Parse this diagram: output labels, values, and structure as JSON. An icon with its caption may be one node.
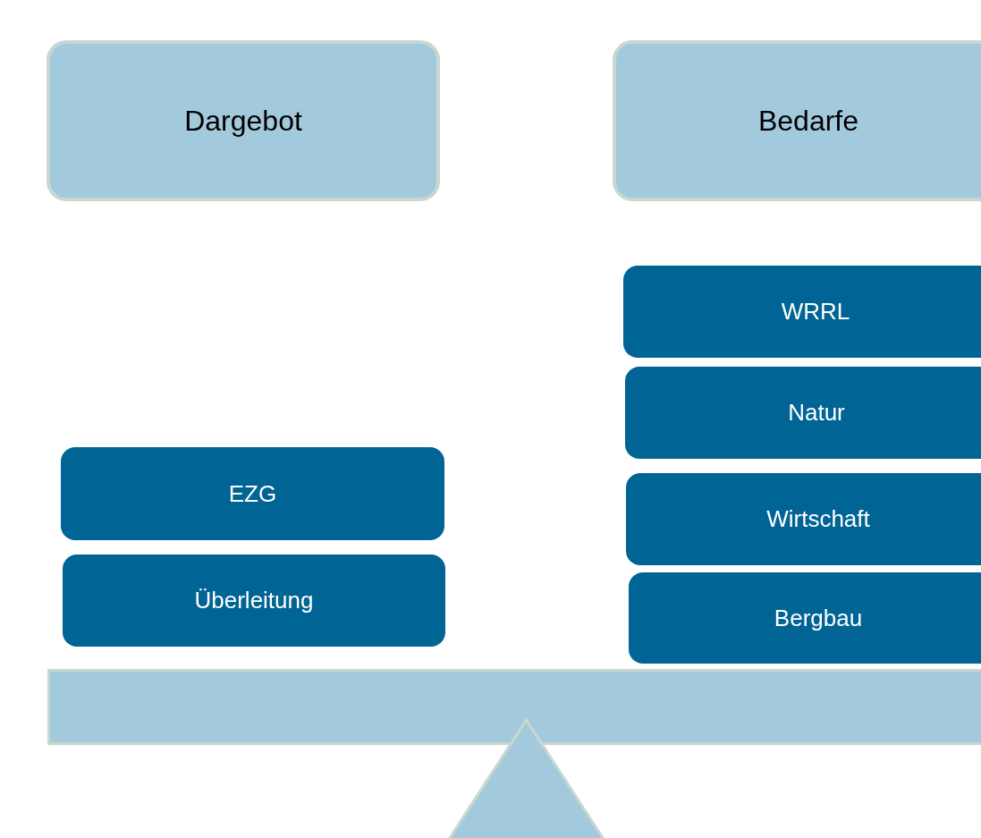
{
  "diagram": {
    "nodes": [
      {
        "text": [
          "Dargebot"
        ]
      },
      {
        "text": [
          "Bedarfe"
        ]
      },
      {
        "text": [
          "WRRL"
        ]
      },
      {
        "text": [
          "Natur"
        ]
      },
      {
        "text": [
          "EZG"
        ]
      },
      {
        "text": [
          "Wirtschaft"
        ]
      },
      {
        "text": [
          "Überleitung"
        ]
      },
      {
        "text": [
          "Bergbau"
        ]
      },
      {
        "text": [],
        "shape": "bar"
      },
      {
        "text": [],
        "shape": "triangle"
      }
    ]
  }
}
